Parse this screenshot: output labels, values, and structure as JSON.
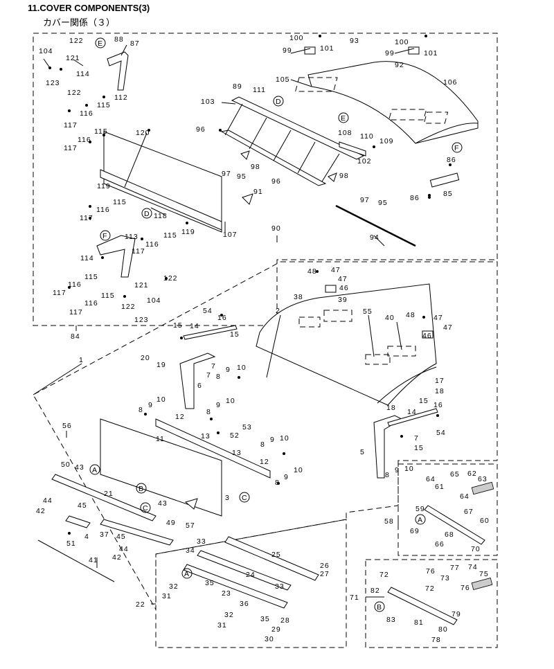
{
  "header": {
    "title": "11.COVER COMPONENTS(3)",
    "subtitle": "カバー関係（３）"
  },
  "circle_refs": [
    "A",
    "B",
    "C",
    "D",
    "E",
    "F"
  ],
  "callouts": [
    "104",
    "121",
    "122",
    "123",
    "122",
    "114",
    "88",
    "87",
    "112",
    "115",
    "116",
    "117",
    "100",
    "99",
    "101",
    "93",
    "105",
    "100",
    "99",
    "101",
    "92",
    "106",
    "89",
    "111",
    "103",
    "120",
    "96",
    "108",
    "110",
    "109",
    "102",
    "97",
    "95",
    "98",
    "96",
    "98",
    "115",
    "116",
    "117",
    "119",
    "118",
    "115",
    "116",
    "117",
    "91",
    "97",
    "95",
    "86",
    "85",
    "86",
    "113",
    "116",
    "115",
    "119",
    "107",
    "90",
    "94",
    "114",
    "117",
    "115",
    "116",
    "117",
    "121",
    "122",
    "104",
    "122",
    "123",
    "115",
    "116",
    "117",
    "84",
    "48",
    "47",
    "47",
    "46",
    "38",
    "39",
    "2",
    "55",
    "40",
    "48",
    "47",
    "46",
    "47",
    "54",
    "16",
    "14",
    "15",
    "15",
    "1",
    "20",
    "19",
    "7",
    "6",
    "7",
    "8",
    "9",
    "10",
    "17",
    "18",
    "18",
    "15",
    "16",
    "14",
    "54",
    "7",
    "15",
    "5",
    "8",
    "9",
    "10",
    "56",
    "12",
    "8",
    "9",
    "10",
    "8",
    "9",
    "10",
    "11",
    "13",
    "52",
    "53",
    "8",
    "9",
    "10",
    "13",
    "12",
    "8",
    "9",
    "10",
    "3",
    "50",
    "43",
    "21",
    "44",
    "45",
    "42",
    "4",
    "51",
    "37",
    "43",
    "49",
    "57",
    "45",
    "44",
    "42",
    "41",
    "64",
    "65",
    "62",
    "63",
    "61",
    "64",
    "59",
    "67",
    "60",
    "58",
    "69",
    "68",
    "66",
    "70",
    "33",
    "34",
    "25",
    "26",
    "27",
    "24",
    "35",
    "32",
    "31",
    "23",
    "33",
    "36",
    "32",
    "31",
    "35",
    "28",
    "29",
    "30",
    "22",
    "72",
    "76",
    "73",
    "77",
    "74",
    "75",
    "82",
    "72",
    "76",
    "79",
    "71",
    "83",
    "81",
    "80",
    "78"
  ]
}
